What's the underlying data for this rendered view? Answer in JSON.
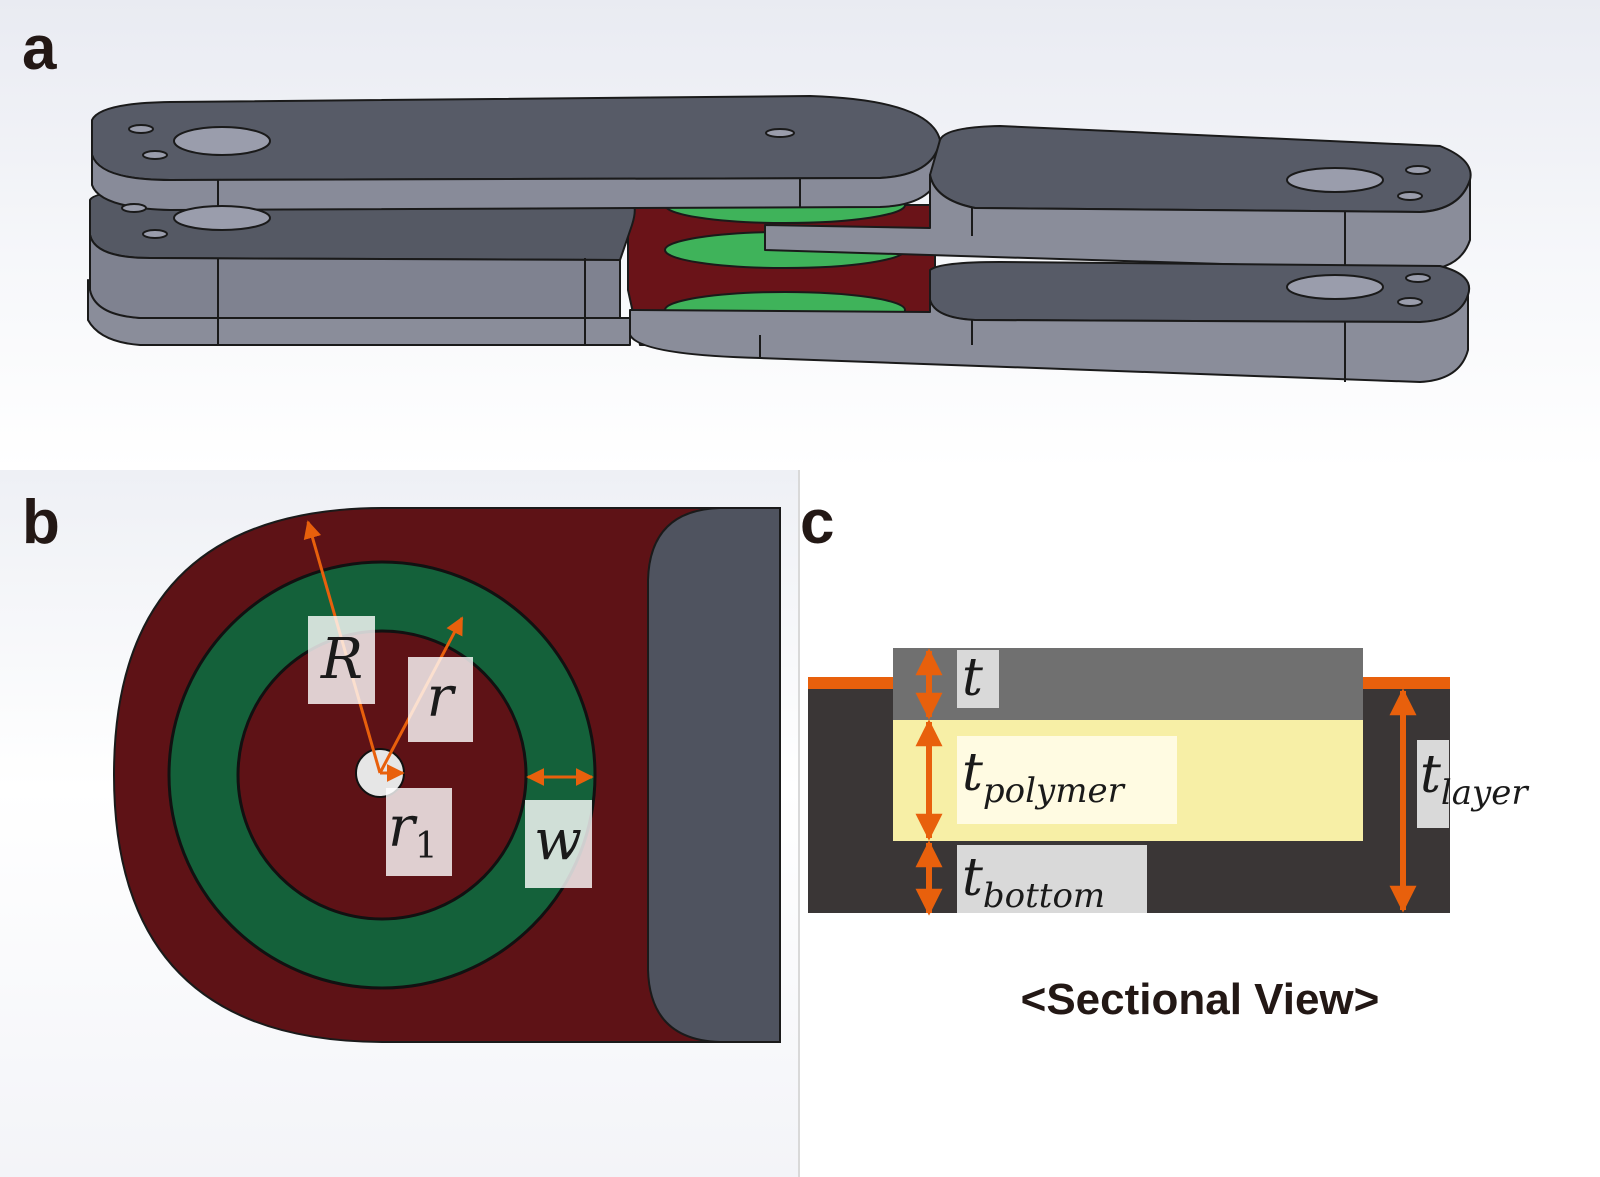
{
  "panels": {
    "a": {
      "letter": "a"
    },
    "b": {
      "letter": "b",
      "labels": {
        "R": "R",
        "r": "r",
        "r1_base": "r",
        "r1_sub": "1",
        "w": "w"
      }
    },
    "c": {
      "letter": "c",
      "labels": {
        "t": "t",
        "t_polymer_base": "t",
        "t_polymer_sub": "polymer",
        "t_bottom_base": "t",
        "t_bottom_sub": "bottom",
        "t_layer_base": "t",
        "t_layer_sub": "layer"
      },
      "caption": "<Sectional View>"
    }
  },
  "colors": {
    "plate": "#6e7180",
    "plate_top": "#4f535f",
    "plate_edge": "#1a1a1a",
    "polymer_green": "#3fb35a",
    "dark_green": "#14613a",
    "maroon": "#5e1216",
    "arrow_orange": "#e8600c",
    "label_box": "#ffffff",
    "gray_block": "#707070",
    "dark_block": "#3a3636",
    "yellow_layer": "#f7efa6"
  }
}
